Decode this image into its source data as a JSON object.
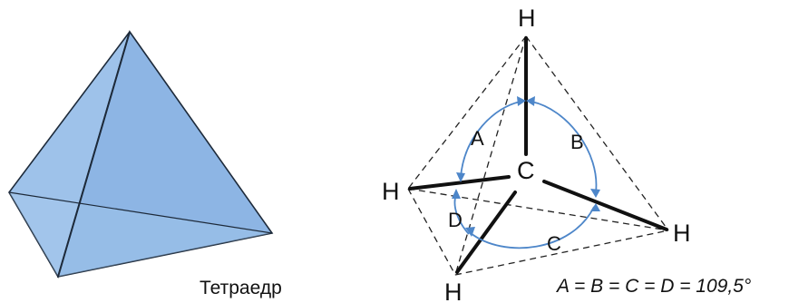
{
  "tetrahedron": {
    "caption": "Тетраедр",
    "face_colors": {
      "left": "#9ec2ea",
      "right": "#8db5e4",
      "bottom": "#a9cbee"
    }
  },
  "molecule": {
    "central_atom": "C",
    "ligands": [
      "H",
      "H",
      "H",
      "H"
    ],
    "angles": [
      "A",
      "B",
      "C",
      "D"
    ],
    "equation": "A = B = C = D = 109,5°",
    "arc_color": "#4d86c9"
  }
}
